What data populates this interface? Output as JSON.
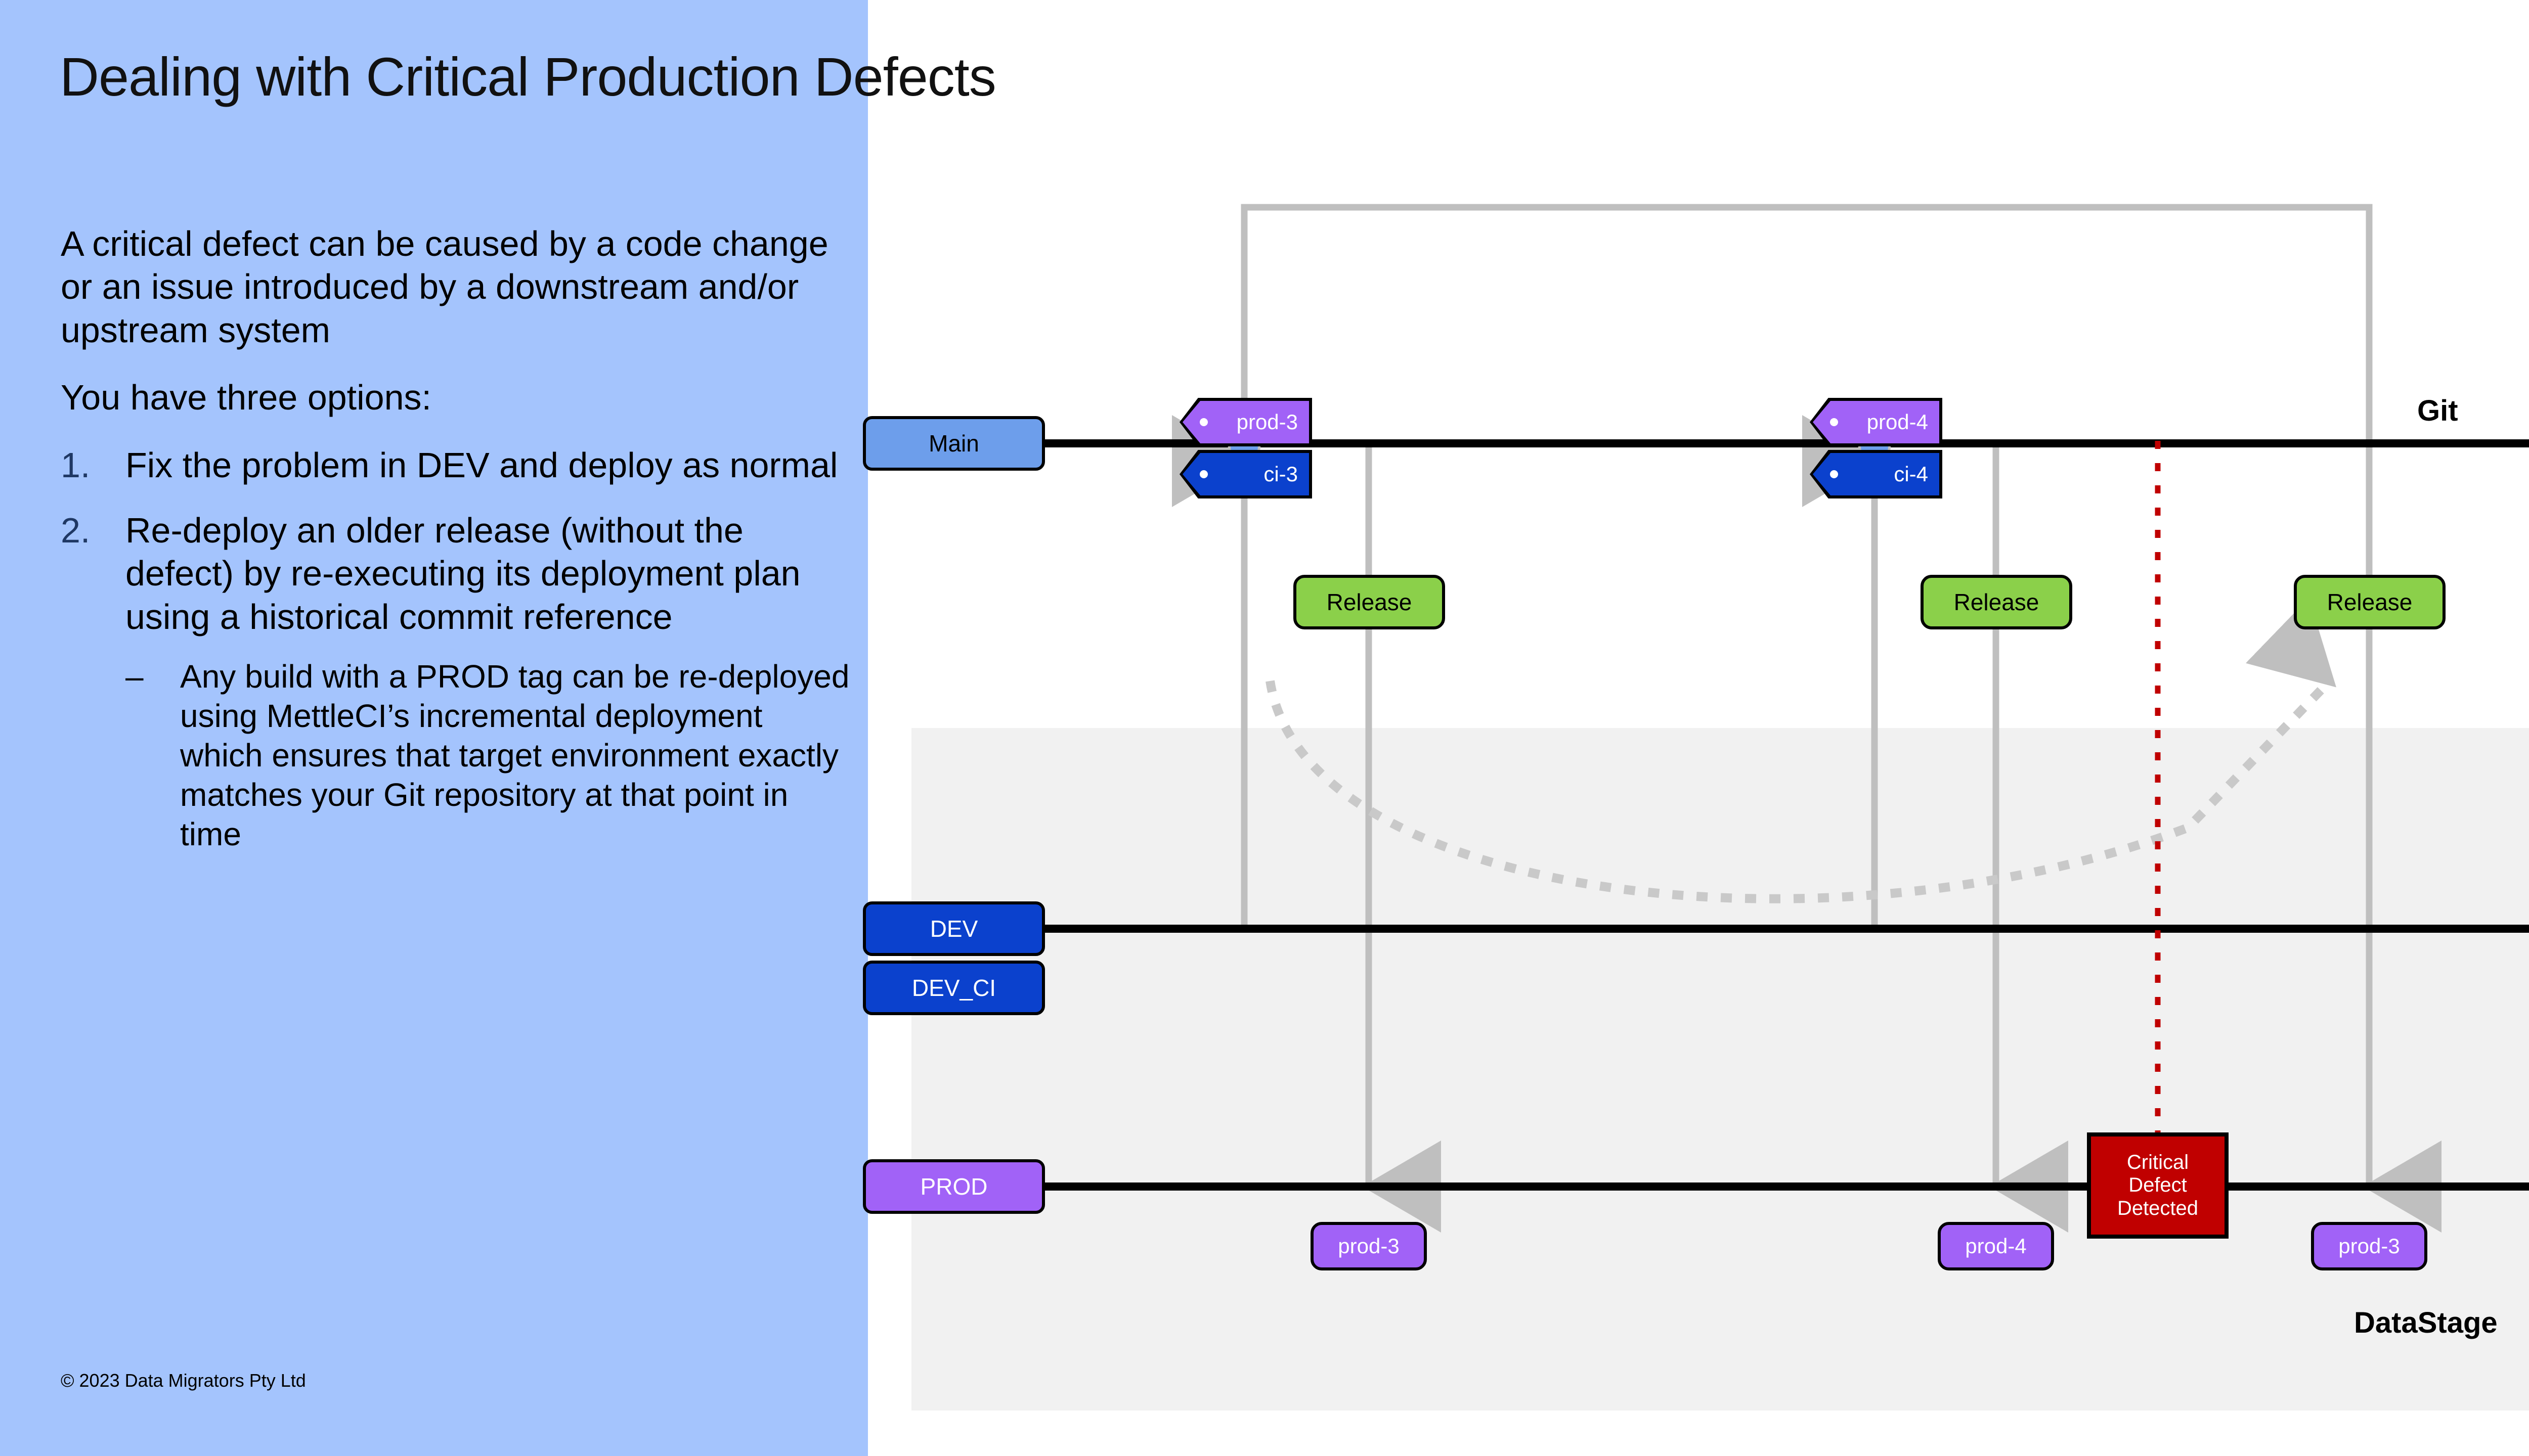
{
  "slide": {
    "title": "Dealing with Critical Production Defects",
    "copyright": "© 2023 Data Migrators Pty Ltd",
    "background_color": "#a4c4fd"
  },
  "content": {
    "intro": "A critical defect can be caused by a code change or an issue introduced by a downstream and/or upstream system",
    "lead_in": "You have three options:",
    "options": [
      {
        "number": "1.",
        "text": "Fix the problem in DEV and deploy as normal",
        "sub_bullets": []
      },
      {
        "number": "2.",
        "text": "Re-deploy an older release (without the defect) by re-executing its deployment plan using a historical commit reference",
        "sub_bullets": [
          {
            "marker": "–",
            "text": "Any build with a PROD tag can be re-deployed using MettleCI’s incremental deployment which ensures that target environment exactly matches your Git repository at that point in time"
          }
        ]
      }
    ]
  },
  "diagram": {
    "git_section_label": "Git",
    "datastage_section_label": "DataStage",
    "branches": [
      {
        "id": "main",
        "label": "Main",
        "fill": "#6d9eeb",
        "text_color": "#000000"
      },
      {
        "id": "dev",
        "label": "DEV",
        "fill": "#0b41cd",
        "text_color": "#ffffff"
      },
      {
        "id": "dev_ci",
        "label": "DEV_CI",
        "fill": "#0b41cd",
        "text_color": "#ffffff"
      },
      {
        "id": "prod",
        "label": "PROD",
        "fill": "#a162f7",
        "text_color": "#ffffff"
      }
    ],
    "git_tags": [
      {
        "label": "prod-3",
        "kind": "prod",
        "fill": "#a162f7"
      },
      {
        "label": "ci-3",
        "kind": "ci",
        "fill": "#0b41cd"
      },
      {
        "label": "prod-4",
        "kind": "prod",
        "fill": "#a162f7"
      },
      {
        "label": "ci-4",
        "kind": "ci",
        "fill": "#0b41cd"
      }
    ],
    "release_boxes": [
      {
        "label": "Release"
      },
      {
        "label": "Release"
      },
      {
        "label": "Release"
      }
    ],
    "prod_tags": [
      {
        "label": "prod-3"
      },
      {
        "label": "prod-4"
      },
      {
        "label": "prod-3"
      }
    ],
    "defect": {
      "line1": "Critical",
      "line2": "Defect",
      "line3": "Detected",
      "fill": "#c00000",
      "text_color": "#ffffff"
    },
    "colors": {
      "commit_dot": "#6d9eeb",
      "connector": "#bfbfbf",
      "timeline": "#000000",
      "datastage_band": "#f1f1f1",
      "defect_marker": "#c00000"
    }
  }
}
